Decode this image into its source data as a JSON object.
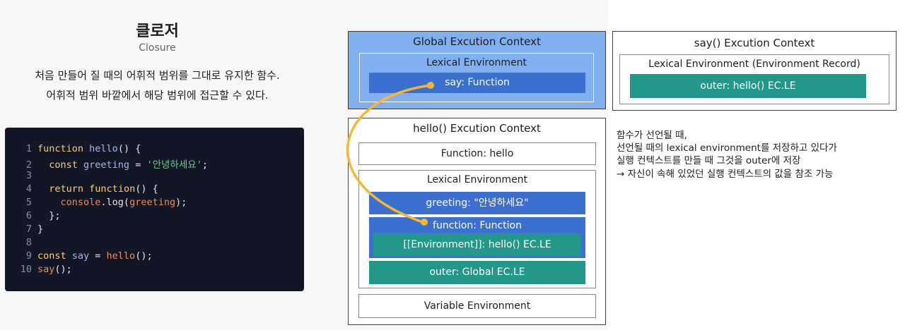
{
  "header": {
    "title": "클로저",
    "subtitle": "Closure",
    "desc_line1": "처음 만들어 질 때의 어휘적 범위를 그대로 유지한 함수.",
    "desc_line2": "어휘적 범위 바깥에서 해당 범위에 접근할 수 있다."
  },
  "code": {
    "line_numbers": [
      "1",
      "2",
      "3",
      "4",
      "5",
      "6",
      "7",
      "8",
      "9",
      "10"
    ],
    "l1": {
      "kw": "function",
      "name": " hello",
      "rest": "() {"
    },
    "l2": {
      "kw": "const",
      "name": " greeting",
      "op": " =",
      "str": " '안녕하세요'",
      "rest": ";"
    },
    "l4": {
      "kw": "return",
      "kw2": " function",
      "rest": "() {"
    },
    "l5": {
      "obj": "console",
      "rest1": ".log(",
      "arg": "greeting",
      "rest2": ");"
    },
    "l6": "};",
    "l7": "}",
    "l9": {
      "kw": "const",
      "name": " say",
      "op": " =",
      "call": " hello",
      "rest": "();"
    },
    "l10": {
      "call": "say",
      "rest": "();"
    }
  },
  "diagram": {
    "global_ec": {
      "title": "Global Excution Context",
      "lex_title": "Lexical Environment",
      "say": "say: Function"
    },
    "say_ec": {
      "title": "say() Excution Context",
      "lex_title": "Lexical Environment (Environment Record)",
      "outer": "outer: hello() EC.LE"
    },
    "hello_ec": {
      "title": "hello() Excution Context",
      "function_box": "Function: hello",
      "lex_title": "Lexical Environment",
      "greeting": "greeting: \"안녕하세요\"",
      "function_fn": "function: Function",
      "environment": "[[Environment]]: hello() EC.LE",
      "outer": "outer: Global EC.LE",
      "variable_env": "Variable Environment"
    }
  },
  "note": {
    "line1": "함수가 선언될 때,",
    "line2": "선언될 때의 lexical environment를 저장하고 있다가",
    "line3": "실행 컨텍스트를 만들 때 그것을 outer에 저장",
    "line4": "→ 자신이 속해 있었던 실행 컨텍스트의 값을 참조 가능"
  },
  "colors": {
    "blue_bg": "#82aff0",
    "blue_bar": "#3b6fd0",
    "teal_bar": "#21988a",
    "arrow": "#f5b82e",
    "code_bg": "#121626"
  },
  "icons": {
    "arrow": "curved-arrow-connector"
  }
}
